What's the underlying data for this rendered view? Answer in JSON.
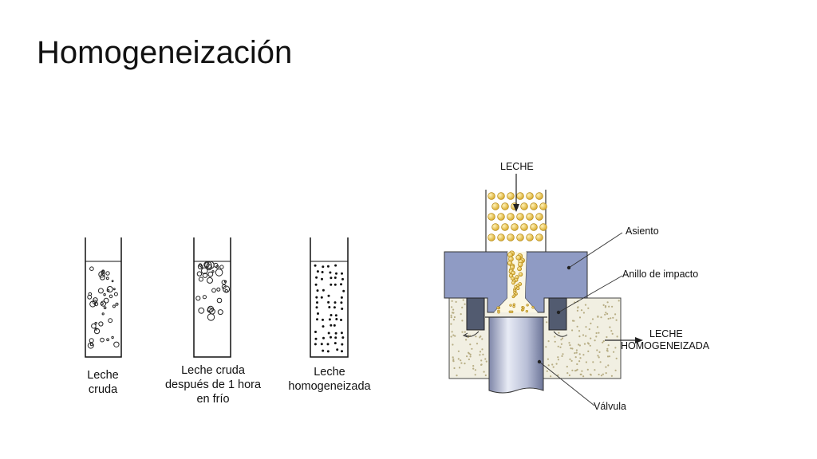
{
  "slide": {
    "title": "Homogeneización"
  },
  "tubes": [
    {
      "label_lines": [
        "Leche",
        "cruda"
      ]
    },
    {
      "label_lines": [
        "Leche cruda",
        "después de 1 hora",
        "en frío"
      ]
    },
    {
      "label_lines": [
        "Leche",
        "homogeneizada"
      ]
    }
  ],
  "valve_diagram": {
    "input_label": "LECHE",
    "seat_label": "Asiento",
    "impact_ring_label": "Anillo de impacto",
    "output_label_lines": [
      "LECHE",
      "HOMOGENEIZADA"
    ],
    "valve_label": "Válvula"
  },
  "colors": {
    "fat_globule": "#e8c14a",
    "seat_block": "#8f9bc4",
    "impact_ring": "#525b70",
    "speckle_bg": "#f1efe2"
  }
}
